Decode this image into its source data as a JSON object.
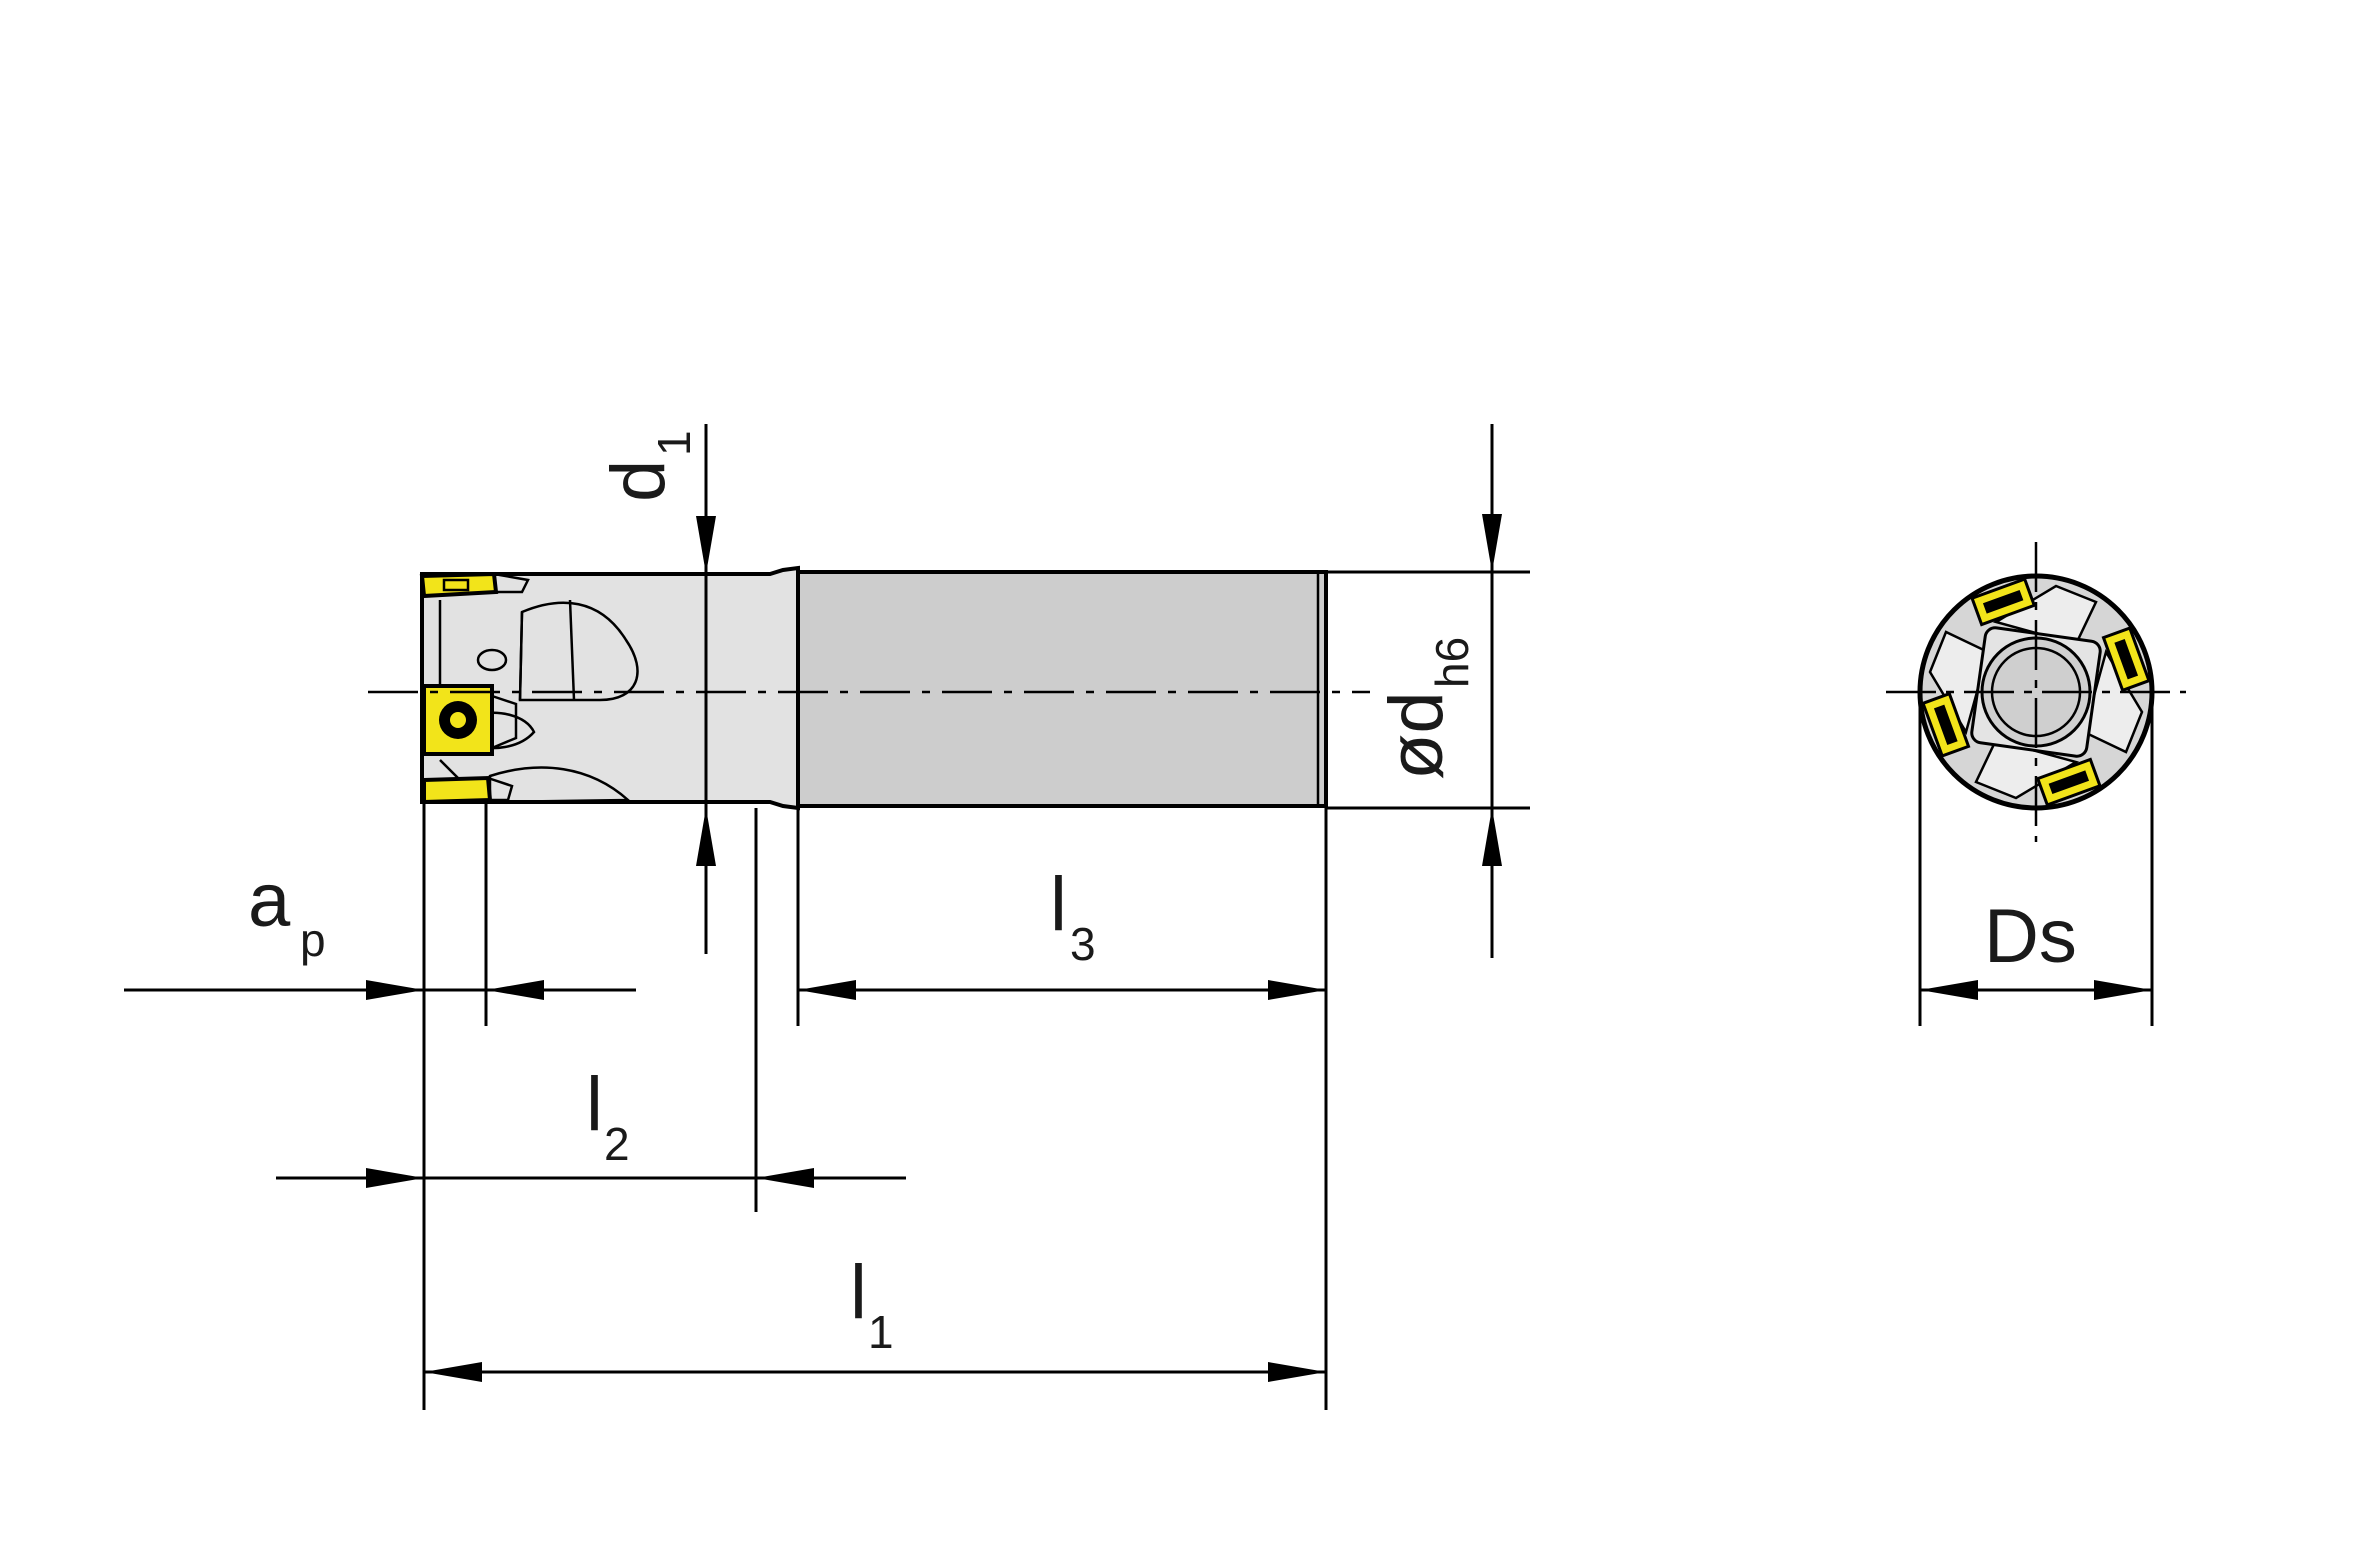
{
  "labels": {
    "ap": "a",
    "ap_sub": "p",
    "l1": "l",
    "l1_sub": "1",
    "l2": "l",
    "l2_sub": "2",
    "l3": "l",
    "l3_sub": "3",
    "d1": "d",
    "d1_sub": "1",
    "dh6": "ød",
    "dh6_sub": "h6",
    "ds": "Ds"
  },
  "colors": {
    "shank": "#cdcdcd",
    "insert": "#f2e41a",
    "body": "#e0e0e0",
    "line": "#000000"
  }
}
